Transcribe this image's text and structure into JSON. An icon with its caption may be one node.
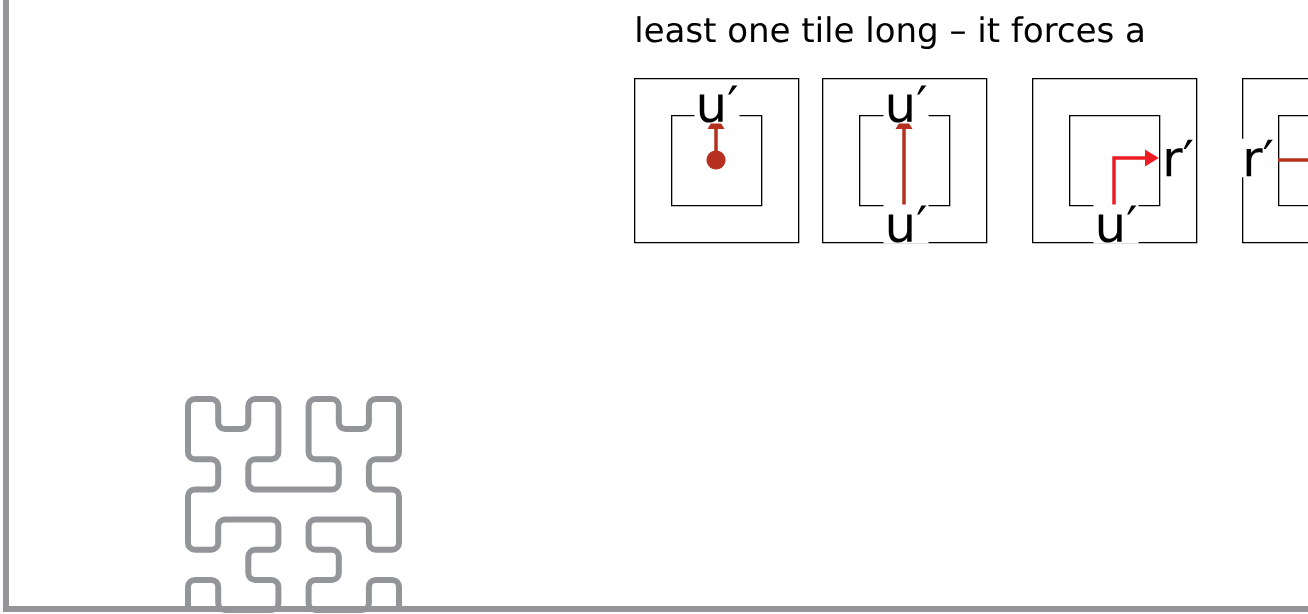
{
  "diagram": {
    "nodes": [
      {
        "text": [],
        "shape": "box"
      },
      {
        "text": [],
        "shape": "box",
        "in": 0
      },
      {
        "text": [],
        "shape": "box"
      },
      {
        "text": [],
        "shape": "box",
        "in": 2
      },
      {
        "text": [],
        "shape": "box"
      },
      {
        "text": [],
        "shape": "box",
        "in": 4
      },
      {
        "text": [],
        "shape": "box"
      },
      {
        "text": [],
        "shape": "box",
        "in": 6
      }
    ],
    "labels": [
      "least one tile long – it forces a",
      "u′",
      "u′",
      "u′",
      "r′",
      "u′",
      "r′"
    ]
  }
}
